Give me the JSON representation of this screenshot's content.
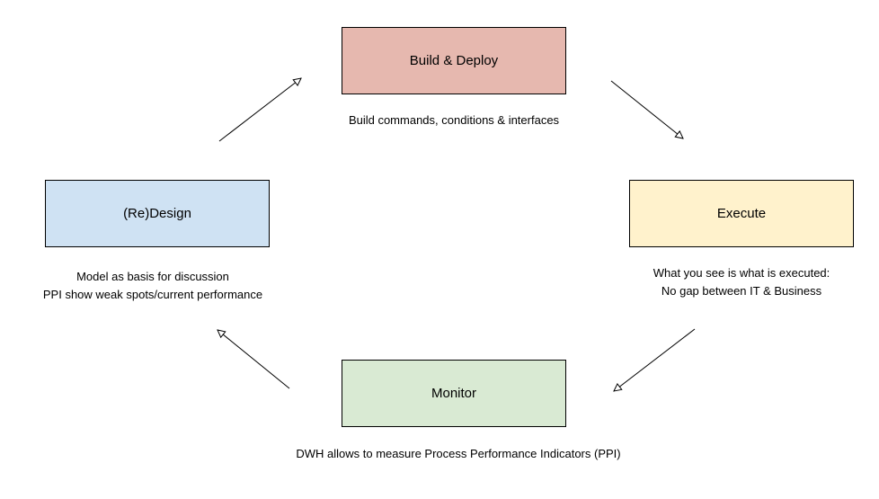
{
  "colors": {
    "build": "#e6b8af",
    "execute": "#fff2cc",
    "monitor": "#d9ead3",
    "design": "#cfe2f3",
    "line": "#000000"
  },
  "nodes": {
    "build": {
      "label": "Build & Deploy"
    },
    "execute": {
      "label": "Execute"
    },
    "monitor": {
      "label": "Monitor"
    },
    "design": {
      "label": "(Re)Design"
    }
  },
  "captions": {
    "build": [
      "Build commands, conditions & interfaces"
    ],
    "execute": [
      "What you see is what is executed:",
      "No gap between IT & Business"
    ],
    "monitor": [
      "DWH allows to measure Process Performance Indicators (PPI)"
    ],
    "design": [
      "Model as basis for discussion",
      "PPI show weak spots/current performance"
    ]
  }
}
